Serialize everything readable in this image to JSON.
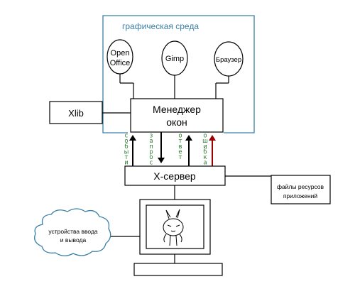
{
  "graphical_environment": {
    "label": "графическая среда",
    "color": "#3a7fa6"
  },
  "applications": [
    {
      "id": "openoffice",
      "label_lines": [
        "Open",
        "Office"
      ]
    },
    {
      "id": "gimp",
      "label_lines": [
        "Gimp"
      ]
    },
    {
      "id": "browser",
      "label_lines": [
        "Браузер"
      ]
    }
  ],
  "window_manager": {
    "label_lines": [
      "Менеджер",
      "окон"
    ]
  },
  "xlib": {
    "label": "Xlib"
  },
  "x_server": {
    "label": "X-сервер"
  },
  "resource_files": {
    "label_lines": [
      "файлы ресурсов",
      "приложений"
    ]
  },
  "io_devices": {
    "label_lines": [
      "устройства ввода",
      "и вывода"
    ],
    "color": "#3a7fa6"
  },
  "arrows": [
    {
      "id": "event",
      "label": "событие",
      "direction": "up",
      "color": "#000000"
    },
    {
      "id": "request",
      "label": "запрос",
      "direction": "down",
      "color": "#000000"
    },
    {
      "id": "response",
      "label": "ответ",
      "direction": "up",
      "color": "#000000"
    },
    {
      "id": "error",
      "label": "ошибка",
      "direction": "up",
      "color": "#9b0000"
    }
  ],
  "arrow_label_color": "#2e7d32"
}
